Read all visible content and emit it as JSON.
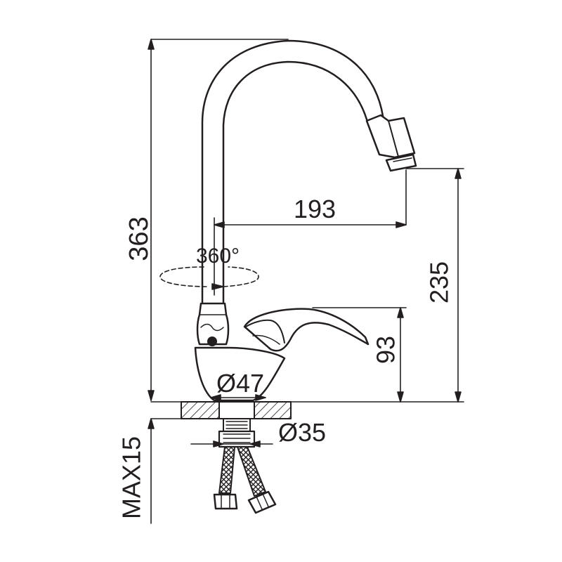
{
  "drawing": {
    "line_color": "#231f20",
    "dimensions": {
      "total_height": "363",
      "spout_reach": "193",
      "spout_height": "235",
      "handle_height": "93",
      "rotation": "360°",
      "base_diameter": "Ø47",
      "thread_diameter": "Ø35",
      "max_counter_thickness": "MAX15"
    }
  }
}
